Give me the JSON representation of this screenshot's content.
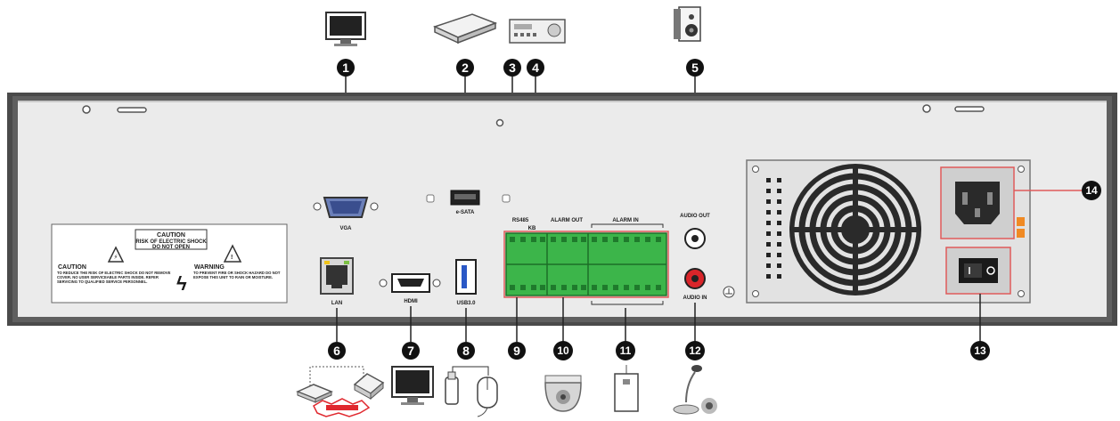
{
  "ports": {
    "vga": "VGA",
    "esata": "e-SATA",
    "lan": "LAN",
    "hdmi": "HDMI",
    "usb": "USB3.0",
    "audio_out": "AUDIO OUT",
    "audio_in": "AUDIO IN",
    "rs485": "RS485",
    "kb": "KB",
    "alarm_out": "ALARM OUT",
    "alarm_in": "ALARM IN"
  },
  "caution_box": {
    "title": "CAUTION",
    "line1": "RISK OF ELECTRIC SHOCK",
    "line2": "DO NOT OPEN",
    "caution_label": "CAUTION",
    "caution_text": "TO REDUCE THE RISK OF ELECTRIC SHOCK DO NOT REMOVE COVER. NO USER SERVICEABLE PARTS INSIDE. REFER SERVICING TO QUALIFIED SERVICE PERSONNEL.",
    "warning_label": "WARNING",
    "warning_text": "TO PREVENT FIRE OR SHOCK HAZARD DO NOT EXPOSE THIS UNIT TO RAIN OR MOISTURE."
  },
  "callouts": [
    "1",
    "2",
    "3",
    "4",
    "5",
    "6",
    "7",
    "8",
    "9",
    "10",
    "11",
    "12",
    "13",
    "14"
  ],
  "colors": {
    "chassis": "#e8e8e8",
    "frame": "#555555",
    "terminal": "#3cb54a",
    "highlight": "#e05a5a",
    "callout": "#111111"
  }
}
